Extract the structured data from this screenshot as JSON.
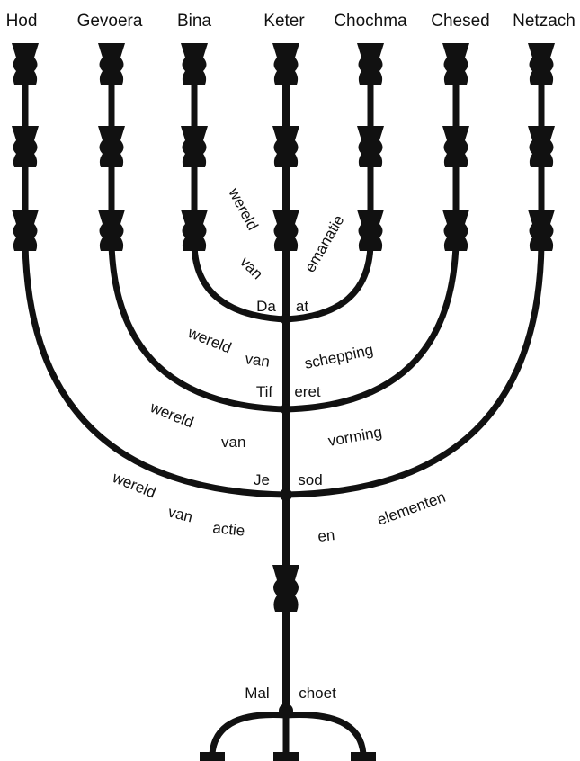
{
  "top_labels": [
    "Hod",
    "Gevoera",
    "Bina",
    "Keter",
    "Chochma",
    "Chesed",
    "Netzach"
  ],
  "sefirot": {
    "daat": [
      "Da",
      "at"
    ],
    "tiferet": [
      "Tif",
      "eret"
    ],
    "jesod": [
      "Je",
      "sod"
    ],
    "malchoet": [
      "Mal",
      "choet"
    ]
  },
  "worlds": {
    "emanatie": [
      "wereld",
      "van",
      "emanatie"
    ],
    "schepping": [
      "wereld",
      "van",
      "schepping"
    ],
    "vorming": [
      "wereld",
      "van",
      "vorming"
    ],
    "actie": [
      "wereld",
      "van",
      "actie",
      "en",
      "elementen"
    ]
  },
  "colors": {
    "ink": "#111111",
    "background": "#ffffff"
  }
}
